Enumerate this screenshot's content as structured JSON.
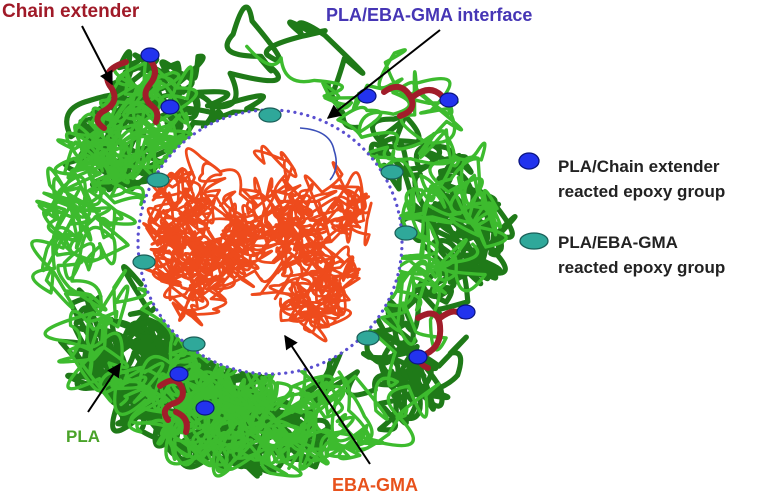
{
  "labels": {
    "chain_extender": "Chain extender",
    "interface": "PLA/EBA-GMA interface",
    "pla": "PLA",
    "eba_gma": "EBA-GMA"
  },
  "legend": [
    {
      "line1": "PLA/Chain extender",
      "line2": "reacted epoxy group",
      "marker": "blue-ellipse"
    },
    {
      "line1": "PLA/EBA-GMA",
      "line2": "reacted epoxy group",
      "marker": "teal-ellipse"
    }
  ],
  "colors": {
    "pla": "#3dbb2e",
    "pla_dark": "#1f7a18",
    "eba_gma": "#ee4b1c",
    "chain_extender": "#a11d2a",
    "interface": "#5a4fd0",
    "blue_marker": "#2233ee",
    "teal_marker": "#2fa89a",
    "label_chain": "#a01a28",
    "label_interface": "#4636b5",
    "label_pla": "#4aa329",
    "label_eba": "#e8521c"
  }
}
